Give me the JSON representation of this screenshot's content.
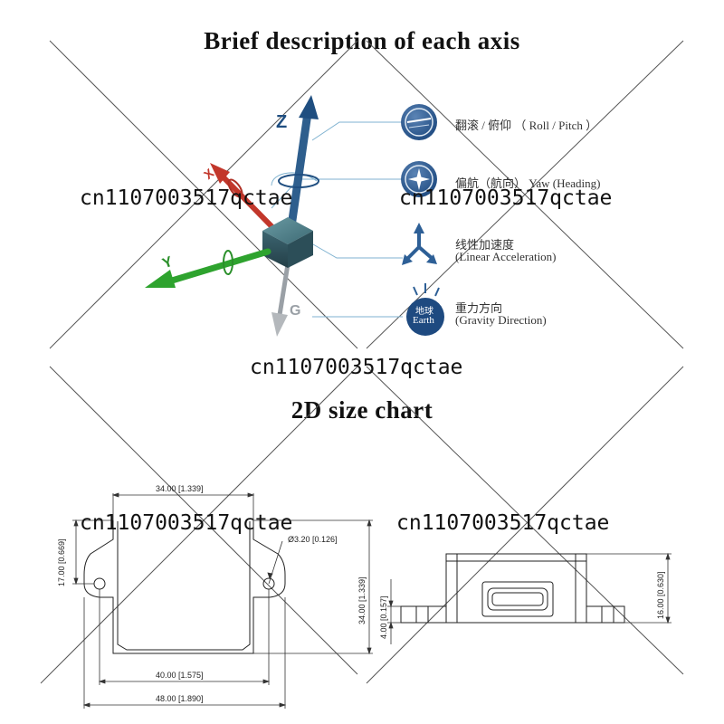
{
  "titles": {
    "axis": "Brief description of each axis",
    "size": "2D size chart"
  },
  "watermark": "cn1107003517qctae",
  "axes": {
    "z": "Z",
    "x": "X",
    "y": "Y",
    "g": "G"
  },
  "legend": {
    "roll_pitch": "翻滚 / 俯仰 （ Roll / Pitch ）",
    "yaw_heading": "偏航（航向） Yaw (Heading)",
    "linear_cn": "线性加速度",
    "linear_en": "(Linear Acceleration)",
    "gravity_cn": "重力方向",
    "gravity_en": "(Gravity Direction)",
    "earth_cn": "地球",
    "earth_en": "Earth"
  },
  "dimensions": {
    "top_width": "34.00 [1.339]",
    "ear_height": "17.00 [0.669]",
    "hole": "Ø3.20 [0.126]",
    "body_height": "34.00 [1.339]",
    "hole_spacing": "40.00 [1.575]",
    "total_width": "48.00 [1.890]",
    "side_height": "16.00 [0.630]",
    "flange_height": "4.00 [0.157]"
  }
}
